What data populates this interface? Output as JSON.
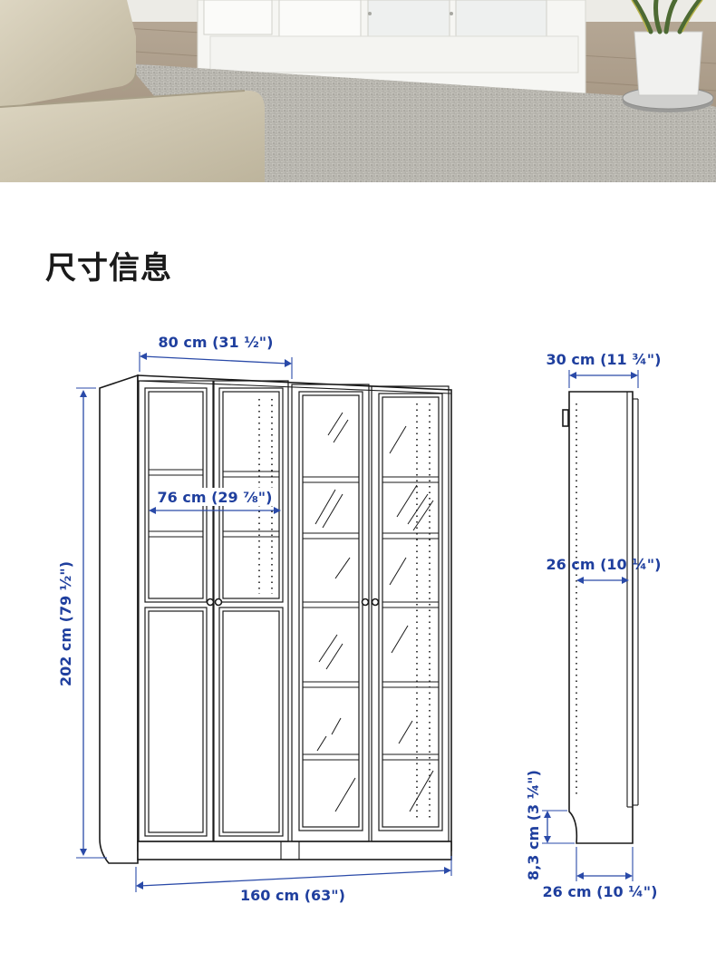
{
  "heading": "尺寸信息",
  "dimensions": {
    "top_width": "80 cm (31 ½\")",
    "inner_width": "76 cm (29 ⅞\")",
    "height": "202 cm (79 ½\")",
    "total_width": "160 cm (63\")",
    "depth": "30 cm (11 ¾\")",
    "shelf_depth": "26 cm (10 ¼\")",
    "plinth_height": "8,3 cm (3 ¼\")",
    "base_depth": "26 cm (10 ¼\")"
  },
  "colors": {
    "dimension": "#1f3f9e",
    "outline": "#1a1a1a"
  }
}
